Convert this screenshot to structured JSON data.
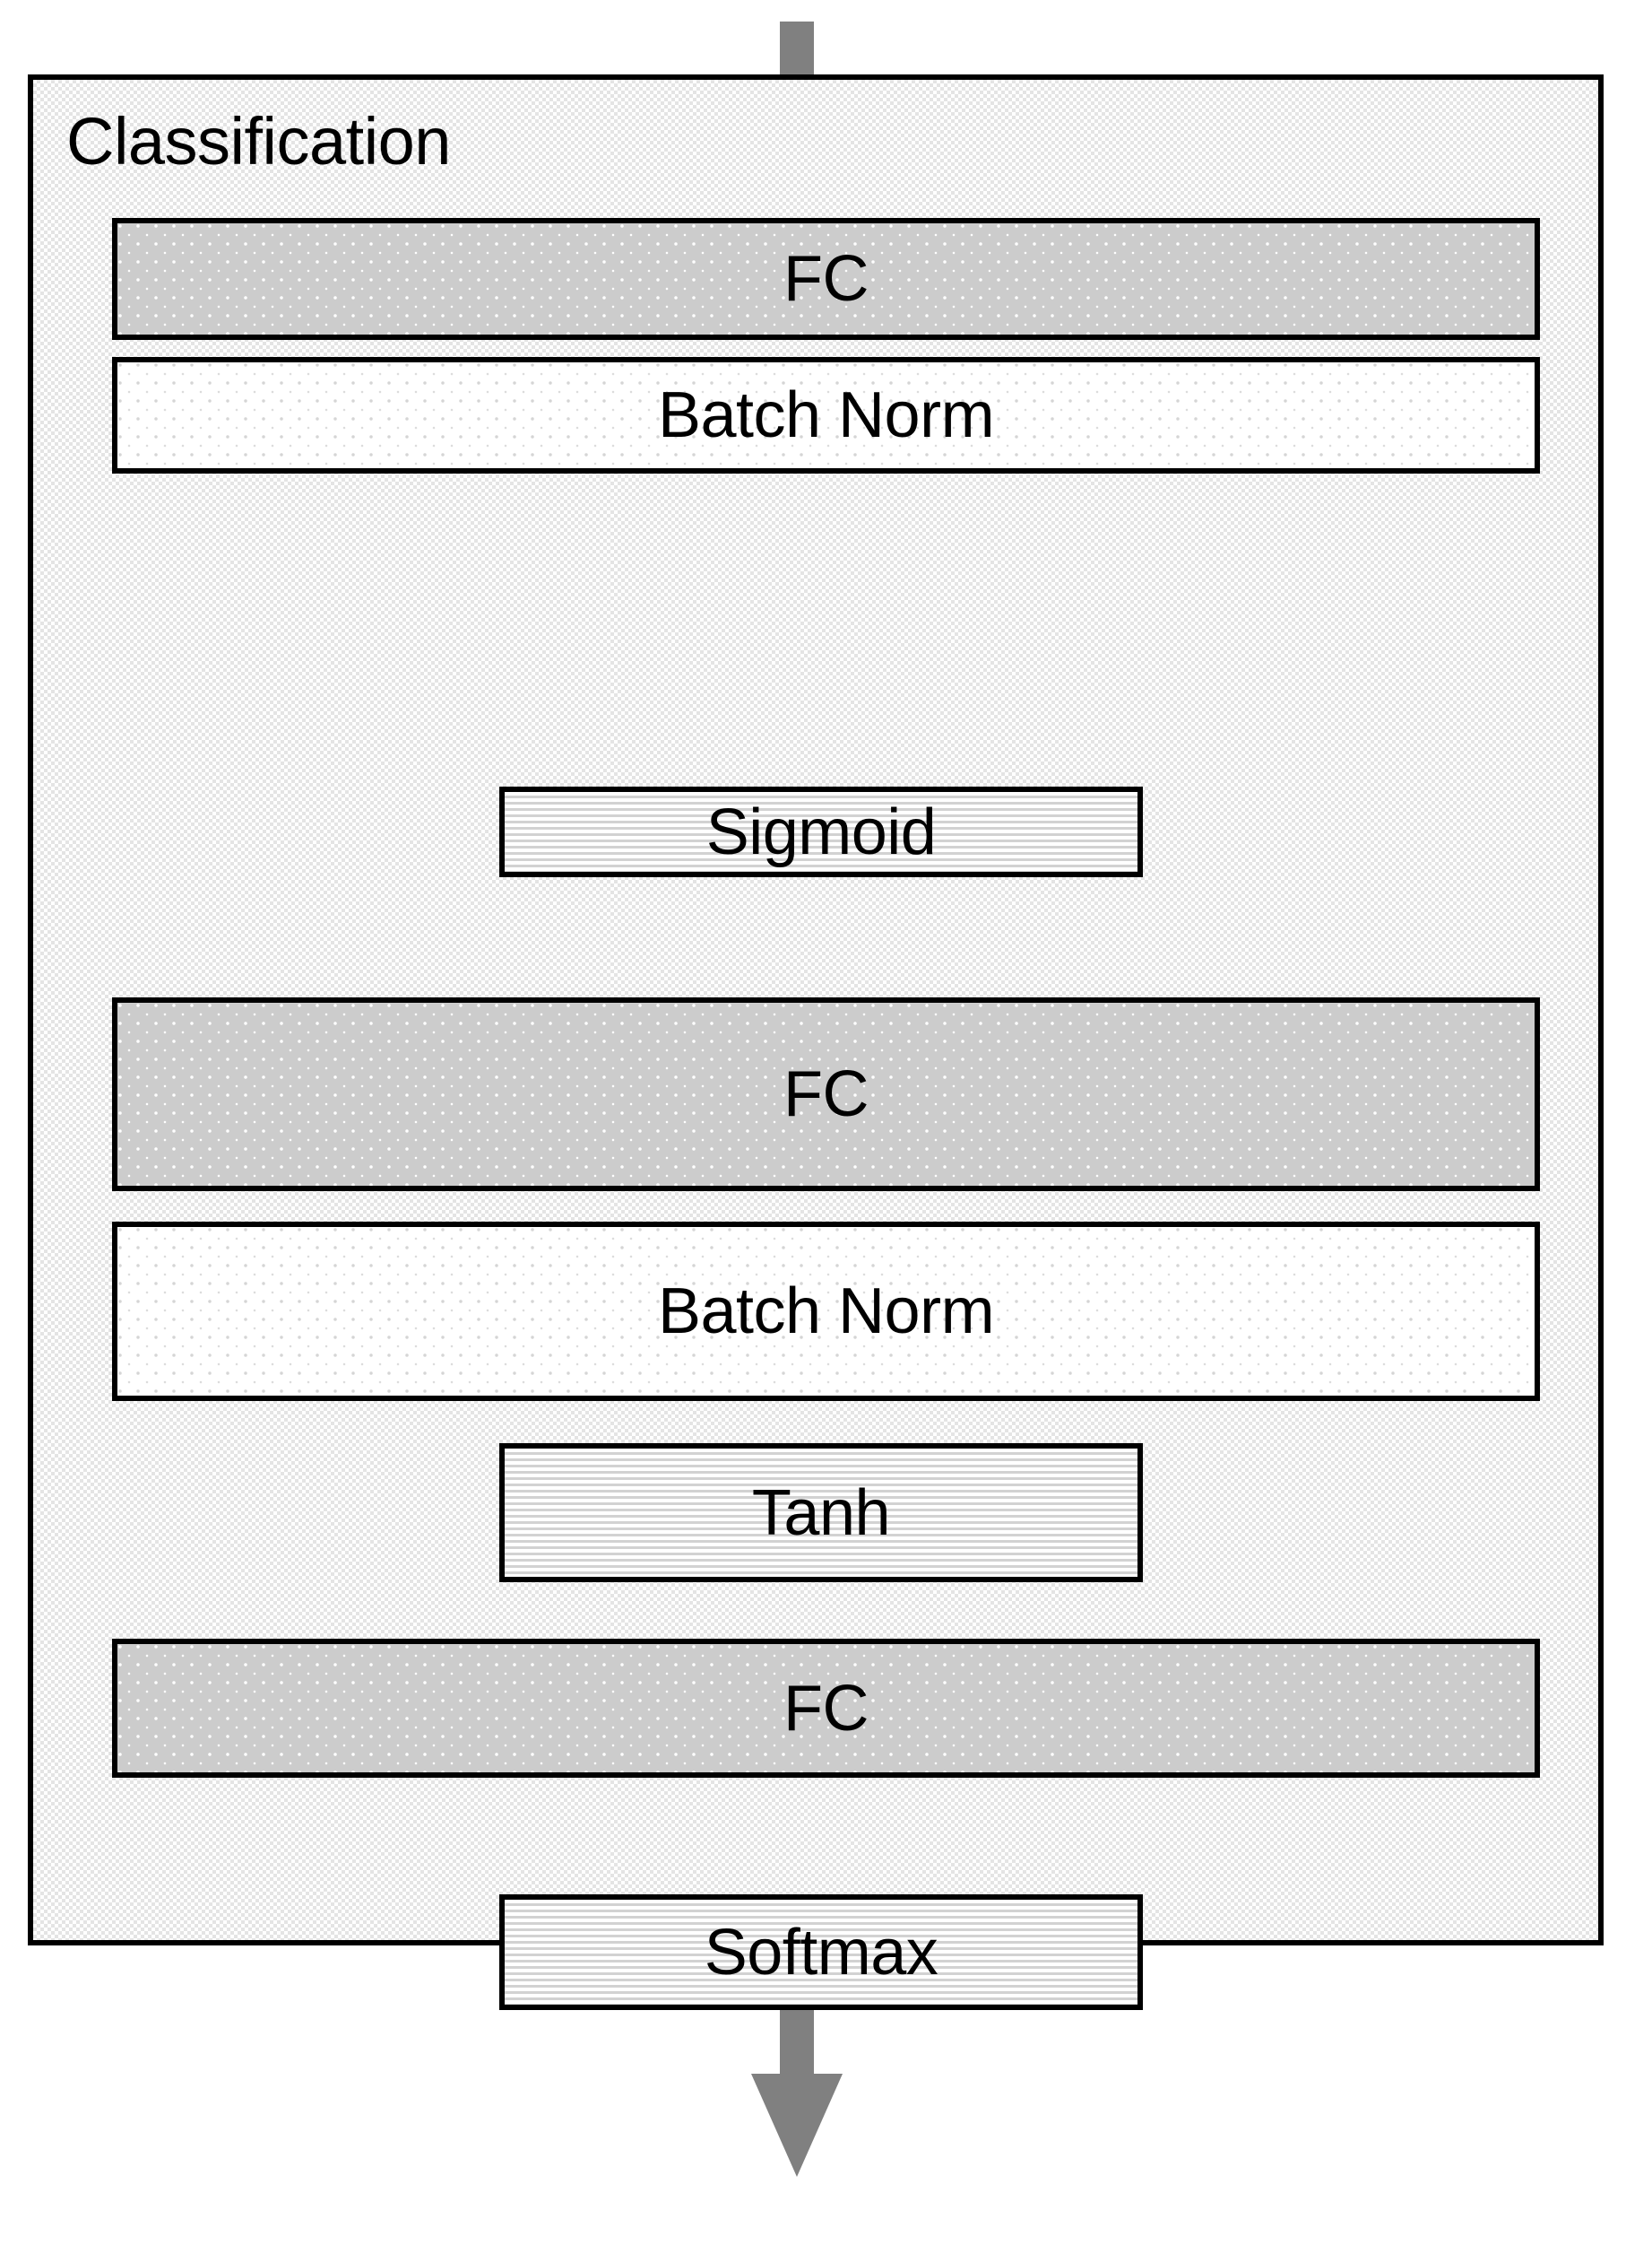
{
  "diagram": {
    "title": "Classification",
    "type": "neural-network-block-diagram",
    "flow_direction": "top-to-bottom",
    "colors": {
      "arrow": "#808080",
      "border": "#000000",
      "fc_fill": "#CCCCCC",
      "batchnorm_fill": "#FFFFFF",
      "activation_fill": "#FFFFFF",
      "group_fill": "#E4E4E4"
    },
    "layers": [
      {
        "label": "FC",
        "kind": "fully-connected",
        "width": "wide",
        "fill": "fc"
      },
      {
        "label": "Batch Norm",
        "kind": "normalization",
        "width": "wide",
        "fill": "batchnorm"
      },
      {
        "label": "Sigmoid",
        "kind": "activation",
        "width": "narrow",
        "fill": "activation"
      },
      {
        "label": "FC",
        "kind": "fully-connected",
        "width": "wide",
        "fill": "fc"
      },
      {
        "label": "Batch Norm",
        "kind": "normalization",
        "width": "wide",
        "fill": "batchnorm"
      },
      {
        "label": "Tanh",
        "kind": "activation",
        "width": "narrow",
        "fill": "activation"
      },
      {
        "label": "FC",
        "kind": "fully-connected",
        "width": "wide",
        "fill": "fc"
      },
      {
        "label": "Softmax",
        "kind": "activation",
        "width": "narrow",
        "fill": "activation"
      }
    ]
  }
}
